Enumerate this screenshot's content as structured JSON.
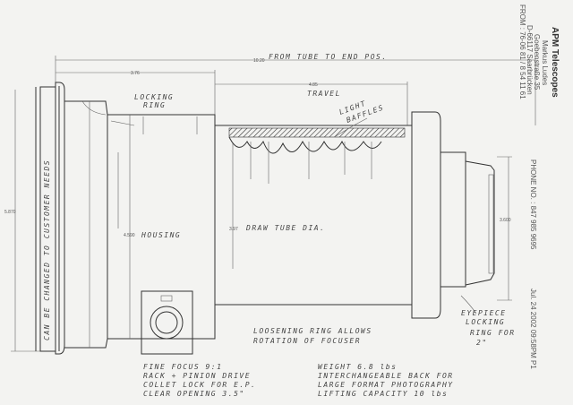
{
  "header_fax": {
    "company": "APM Telescopes",
    "name": "Markus Ludes",
    "street": "Goebenstraße 35",
    "city": "D-66117 Saarbrücken",
    "from": "FROM : 76-06 81 / 8 54 11 61",
    "phone": "PHONE NO. : 847 985 9695",
    "date": "Jul. 24 2002 09:58PM P1"
  },
  "dimensions": {
    "overall": "10.20",
    "overall_note": "FROM TUBE TO END POS.",
    "housing_length": "3.76",
    "travel": "4.85",
    "travel_label": "TRAVEL",
    "height": "5.870",
    "eyepiece_dia": "3.600",
    "housing_dia": "4.590",
    "housing_label": "HOUSING",
    "drawtube_dia": "3.97",
    "drawtube_label": "DRAW TUBE DIA."
  },
  "callouts": {
    "locking_ring": [
      "LOCKING",
      "RING"
    ],
    "light_baffles": [
      "LIGHT",
      "BAFFLES"
    ],
    "side_note": "CAN BE CHANGED TO CUSTOMER NEEDS",
    "loosening": [
      "LOOSENING RING ALLOWS",
      "ROTATION OF FOCUSER"
    ],
    "eyepiece": [
      "EYEPIECE",
      "LOCKING",
      "RING FOR",
      "2\""
    ]
  },
  "specs_left": [
    "FINE FOCUS 9:1",
    "RACK + PINION DRIVE",
    "COLLET LOCK FOR E.P.",
    "CLEAR OPENING 3.5\""
  ],
  "specs_right": [
    "WEIGHT 6.8 lbs",
    "INTERCHANGEABLE BACK FOR",
    "LARGE FORMAT PHOTOGRAPHY",
    "LIFTING CAPACITY 10 lbs"
  ]
}
